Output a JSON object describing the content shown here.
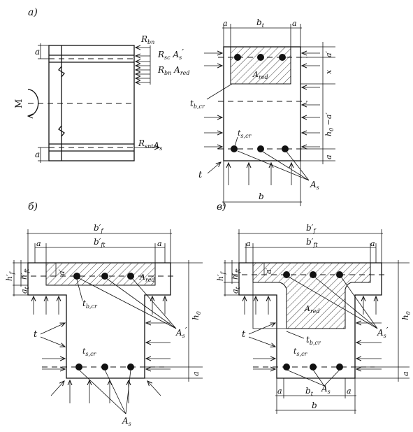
{
  "panels": {
    "a": {
      "label": "а)",
      "left": {
        "moment": "M",
        "dim_a_top": "a",
        "dim_a_bot": "a",
        "force_rbn": "R",
        "force_rbn_sub": "bn",
        "force_comp": "R",
        "force_comp_sub": "sc",
        "force_comp_as": "A",
        "force_comp_as_sub": "s",
        "force_comp_prime": "′",
        "force_red": "R",
        "force_red_sub": "bn",
        "force_red_a": "A",
        "force_red_a_sub": "red",
        "force_tens": "R",
        "force_tens_sub": "snt",
        "force_tens_as": "A",
        "force_tens_as_sub": "s"
      },
      "right": {
        "dim_a_left": "a",
        "dim_a_right": "a",
        "dim_bt": "b",
        "dim_bt_sub": "t",
        "dim_b": "b",
        "area_ared": "A",
        "area_ared_sub": "red",
        "label_tbcr": "t",
        "label_tbcr_sub": "b,cr",
        "label_tscr": "t",
        "label_tscr_sub": "s,cr",
        "label_t": "t",
        "label_as": "A",
        "label_as_sub": "s",
        "dim_a_prime": "a′",
        "dim_x": "x",
        "dim_h0": "h",
        "dim_h0_sub": "0",
        "dim_h0_rest": " −a′",
        "dim_a_bottom": "a"
      }
    },
    "b": {
      "label": "б)",
      "dim_bf": "b′",
      "dim_bf_sub": "f",
      "dim_bft": "b′",
      "dim_bft_sub": "ft",
      "dim_a_left": "a",
      "dim_a_right": "a",
      "dim_hf": "h′",
      "dim_hf_sub": "f",
      "dim_hft": "h′",
      "dim_hft_sub": "ft",
      "dim_at": "a",
      "dim_at_sub": "t",
      "dim_a_prime": "a′",
      "area_ared": "A",
      "area_ared_sub": "red",
      "label_tbcr": "t",
      "label_tbcr_sub": "b,cr",
      "label_tscr": "t",
      "label_tscr_sub": "s,cr",
      "label_t": "t",
      "label_as_prime": "A",
      "label_as_prime_sub": "s",
      "label_as_prime_mark": "′",
      "label_as": "A",
      "label_as_sub": "s",
      "dim_h0": "h",
      "dim_h0_sub": "0",
      "dim_a_bottom": "a"
    },
    "c": {
      "label": "в)",
      "dim_bf": "b′",
      "dim_bf_sub": "f",
      "dim_bft": "b′",
      "dim_bft_sub": "ft",
      "dim_a_left": "a",
      "dim_a_right": "a",
      "dim_hf": "h′",
      "dim_hf_sub": "f",
      "dim_hft": "h′",
      "dim_hft_sub": "ft",
      "dim_at": "a",
      "dim_at_sub": "t",
      "dim_a_prime": "a′",
      "area_ared": "A",
      "area_ared_sub": "red",
      "label_tbcr": "t",
      "label_tbcr_sub": "b,cr",
      "label_tscr": "t",
      "label_tscr_sub": "s,cr",
      "label_t": "t",
      "label_as_prime": "A",
      "label_as_prime_sub": "s",
      "label_as_prime_mark": "′",
      "label_as": "A",
      "label_as_sub": "s",
      "dim_bt": "b",
      "dim_bt_sub": "t",
      "dim_b": "b",
      "dim_h0": "h",
      "dim_h0_sub": "0",
      "dim_a_bottom": "a",
      "dim_a_bl": "a",
      "dim_a_br": "a"
    }
  }
}
